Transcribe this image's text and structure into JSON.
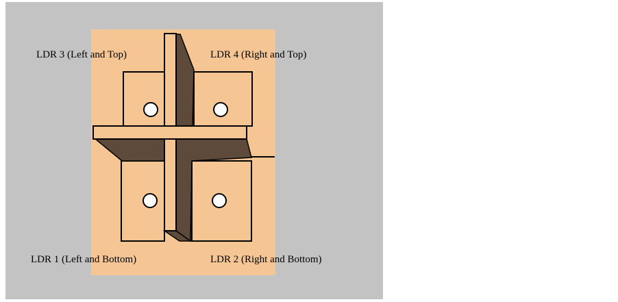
{
  "labels": {
    "ldr3": "LDR 3 (Left and Top)",
    "ldr4": "LDR 4 (Right and Top)",
    "ldr1": "LDR 1 (Left and Bottom)",
    "ldr2": "LDR 2 (Right and Bottom)"
  },
  "colors": {
    "background": "#c3c3c3",
    "panel": "#f5c594",
    "shadow": "#5e4a3a",
    "line": "#000000"
  }
}
